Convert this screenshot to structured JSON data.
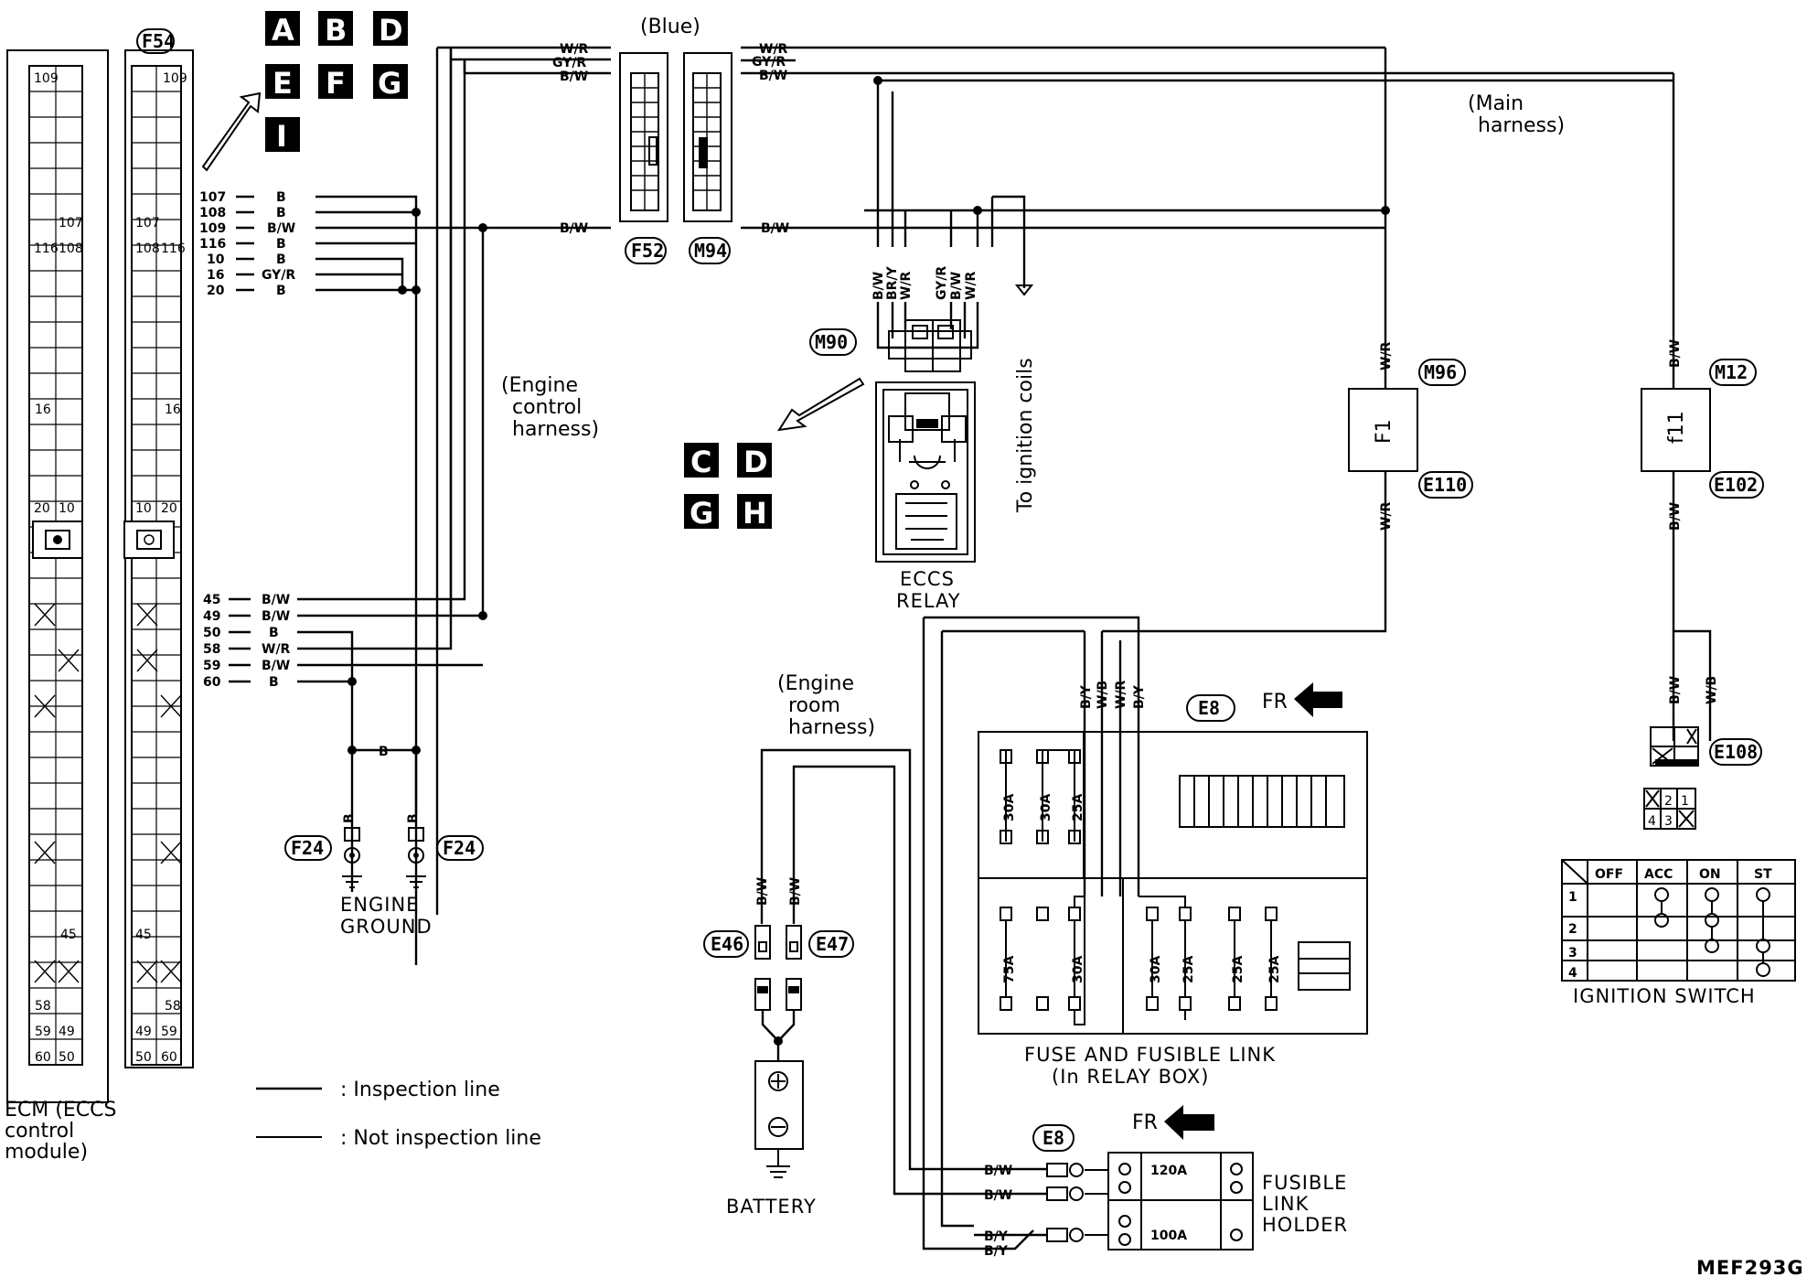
{
  "diagram": {
    "ecm": {
      "label_line1": "ECM (ECCS",
      "label_line2": "control",
      "label_line3": "module)"
    },
    "connectors": {
      "f54": "F54",
      "f52": "F52",
      "m94": "M94",
      "m90": "M90",
      "m96": "M96",
      "e110": "E110",
      "m12": "M12",
      "e102": "E102",
      "e108": "E108",
      "e8_box": "E8",
      "e8_holder": "E8",
      "e46": "E46",
      "e47": "E47",
      "f24_left": "F24",
      "f24_right": "F24"
    },
    "ecm_pins_top": [
      {
        "num": "107",
        "wire": "B"
      },
      {
        "num": "108",
        "wire": "B"
      },
      {
        "num": "109",
        "wire": "B/W"
      },
      {
        "num": "116",
        "wire": "B"
      },
      {
        "num": "10",
        "wire": "B"
      },
      {
        "num": "16",
        "wire": "GY/R"
      },
      {
        "num": "20",
        "wire": "B"
      }
    ],
    "ecm_pins_bottom": [
      {
        "num": "45",
        "wire": "B/W"
      },
      {
        "num": "49",
        "wire": "B/W"
      },
      {
        "num": "50",
        "wire": "B"
      },
      {
        "num": "58",
        "wire": "W/R"
      },
      {
        "num": "59",
        "wire": "B/W"
      },
      {
        "num": "60",
        "wire": "B"
      }
    ],
    "ecm_cell_labels": {
      "c109": "109",
      "c107": "107",
      "c116": "116",
      "c108": "108",
      "c16": "16",
      "c20": "20",
      "c10": "10",
      "c45": "45",
      "c58": "58",
      "c59": "59",
      "c49": "49",
      "c60": "60",
      "c50": "50"
    },
    "ref_boxes_top": [
      "A",
      "B",
      "D",
      "E",
      "F",
      "G",
      "I"
    ],
    "ref_boxes_relay": [
      "C",
      "D",
      "G",
      "H"
    ],
    "harness": {
      "blue": "(Blue)",
      "main_1": "(Main",
      "main_2": "harness)",
      "engine_control_1": "(Engine",
      "engine_control_2": "control",
      "engine_control_3": "harness)",
      "engine_room_1": "(Engine",
      "engine_room_2": "room",
      "engine_room_3": "harness)"
    },
    "wires": {
      "wr": "W/R",
      "gyr": "GY/R",
      "bw": "B/W",
      "b": "B",
      "by": "B/Y",
      "bry": "BR/Y",
      "wb": "W/B"
    },
    "relay_label_1": "ECCS",
    "relay_label_2": "RELAY",
    "ignition_coils": "To ignition coils",
    "fusible_f1": "F1",
    "fusible_f11": "f11",
    "fuse_box_label_1": "FUSE AND FUSIBLE LINK",
    "fuse_box_label_2": "(In RELAY BOX)",
    "fr": "FR",
    "fuses": {
      "f30": "30A",
      "f25": "25A",
      "f75": "75A",
      "f120": "120A",
      "f100": "100A"
    },
    "fusible_holder_1": "FUSIBLE",
    "fusible_holder_2": "LINK",
    "fusible_holder_3": "HOLDER",
    "engine_ground_1": "ENGINE",
    "engine_ground_2": "GROUND",
    "battery": "BATTERY",
    "ignition_switch": {
      "title": "IGNITION SWITCH",
      "columns": [
        "OFF",
        "ACC",
        "ON",
        "ST"
      ],
      "rows": [
        "1",
        "2",
        "3",
        "4"
      ],
      "connector_pins": [
        "2",
        "1",
        "4",
        "3"
      ]
    },
    "legend": {
      "inspection": ": Inspection line",
      "not_inspection": ": Not inspection line"
    },
    "figure_code": "MEF293G"
  }
}
